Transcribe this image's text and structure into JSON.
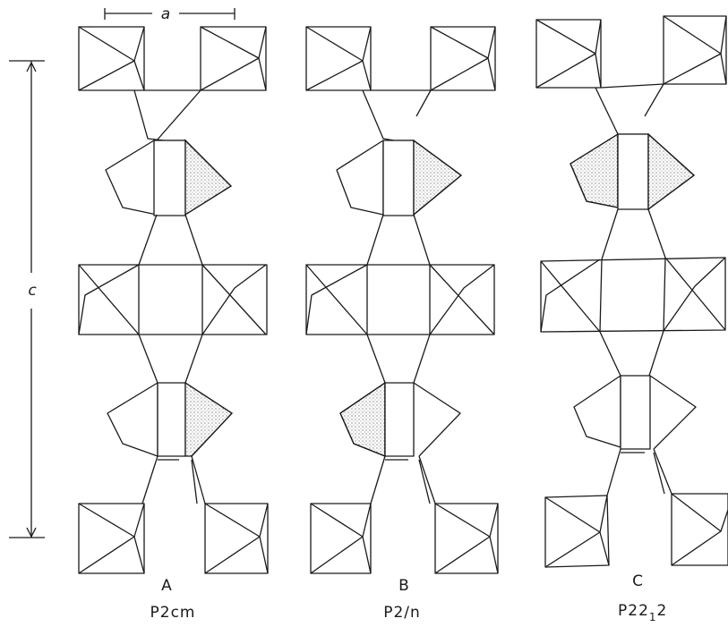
{
  "axes": {
    "a_label": "a",
    "c_label": "c"
  },
  "panels": [
    {
      "letter": "A",
      "space_group": "P2cm"
    },
    {
      "letter": "B",
      "space_group": "P2/n"
    },
    {
      "letter": "C",
      "space_group_main": "P22",
      "space_group_subscript": "1",
      "space_group_tail": "2"
    }
  ]
}
